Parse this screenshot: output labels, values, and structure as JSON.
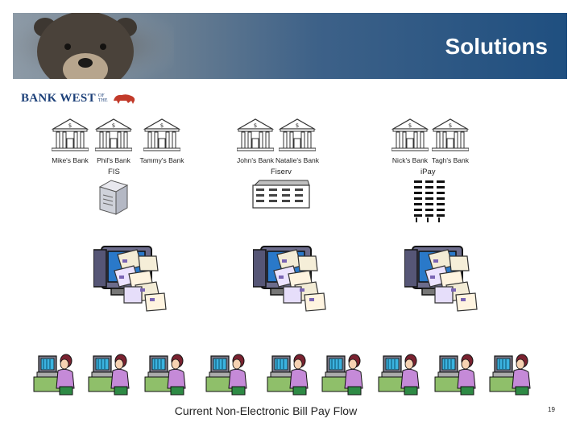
{
  "header": {
    "title": "Solutions"
  },
  "logo": {
    "text": "BANK WEST",
    "small_words": "OF THE"
  },
  "banks": [
    {
      "label": "Mike's Bank"
    },
    {
      "label": "Phil's Bank"
    },
    {
      "label": "Tammy's Bank"
    },
    {
      "label": "John's Bank"
    },
    {
      "label": "Natalie's Bank"
    },
    {
      "label": "Nick's Bank"
    },
    {
      "label": "Tagh's Bank"
    }
  ],
  "processors": [
    {
      "label": "FIS"
    },
    {
      "label": "Fiserv"
    },
    {
      "label": "iPay"
    }
  ],
  "caption": "Current Non-Electronic Bill Pay Flow",
  "page_number": "19"
}
